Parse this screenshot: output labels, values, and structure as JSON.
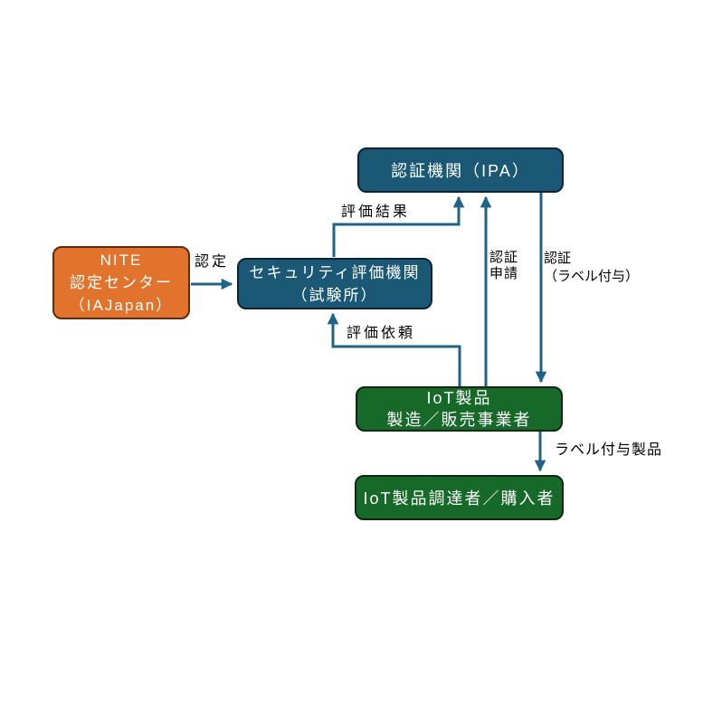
{
  "diagram": {
    "nodes": {
      "nite": {
        "lines": [
          "NITE",
          "認定センター",
          "（IAJapan）"
        ]
      },
      "evaluator": {
        "lines": [
          "セキュリティ評価機関",
          "（試験所）"
        ]
      },
      "ipa": {
        "label": "認証機関（IPA）"
      },
      "maker": {
        "lines": [
          "IoT製品",
          "製造／販売事業者"
        ]
      },
      "buyer": {
        "label": "IoT製品調達者／購入者"
      }
    },
    "edges": {
      "accreditation": {
        "label": "認定",
        "from": "nite",
        "to": "evaluator"
      },
      "evaluation_result": {
        "label": "評価結果",
        "from": "evaluator",
        "to": "ipa"
      },
      "evaluation_request": {
        "label": "評価依頼",
        "from": "maker",
        "to": "evaluator"
      },
      "certification_application": {
        "lines": [
          "認証",
          "申請"
        ],
        "from": "maker",
        "to": "ipa"
      },
      "certification_label_grant": {
        "lines": [
          "認証",
          "（ラベル付与）"
        ],
        "from": "ipa",
        "to": "maker"
      },
      "labeled_product": {
        "label": "ラベル付与製品",
        "from": "maker",
        "to": "buyer"
      }
    },
    "colors": {
      "background": "#ffffff",
      "arrow": "#1f6486",
      "label_text": "#000000",
      "box_text": "#ffffff",
      "orange_fill": "#e2732d",
      "orange_border": "#5c2c0d",
      "blue_fill": "#1b5876",
      "blue_border": "#0c2331",
      "green_fill": "#176929",
      "green_border": "#0a2910"
    }
  }
}
